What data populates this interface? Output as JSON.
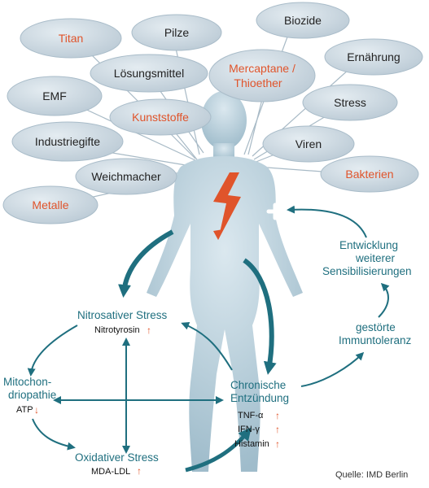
{
  "colors": {
    "bubble_fill": "#cfdbe3",
    "bubble_stroke": "#a9bcc9",
    "body": "#b9cfdb",
    "teal": "#1f6f7f",
    "orange": "#e0542b",
    "dark_text": "#222222"
  },
  "bubbles": [
    {
      "id": "titan",
      "label": "Titan",
      "color": "orange"
    },
    {
      "id": "pilze",
      "label": "Pilze",
      "color": "dark"
    },
    {
      "id": "biozide",
      "label": "Biozide",
      "color": "dark"
    },
    {
      "id": "loesungsmittel",
      "label": "Lösungsmittel",
      "color": "dark"
    },
    {
      "id": "mercaptane",
      "label": "Mercaptane /",
      "label2": "Thioether",
      "color": "orange"
    },
    {
      "id": "ernaehrung",
      "label": "Ernährung",
      "color": "dark"
    },
    {
      "id": "emf",
      "label": "EMF",
      "color": "dark"
    },
    {
      "id": "kunststoffe",
      "label": "Kunststoffe",
      "color": "orange"
    },
    {
      "id": "stress",
      "label": "Stress",
      "color": "dark"
    },
    {
      "id": "industriegifte",
      "label": "Industriegifte",
      "color": "dark"
    },
    {
      "id": "viren",
      "label": "Viren",
      "color": "dark"
    },
    {
      "id": "weichmacher",
      "label": "Weichmacher",
      "color": "dark"
    },
    {
      "id": "bakterien",
      "label": "Bakterien",
      "color": "orange"
    },
    {
      "id": "metalle",
      "label": "Metalle",
      "color": "orange"
    }
  ],
  "nodes": {
    "nitrosativ": {
      "title": "Nitrosativer Stress",
      "marker": "Nitrotyrosin",
      "trend": "up"
    },
    "mito": {
      "line1": "Mitochon-",
      "line2": "driopathie",
      "marker": "ATP",
      "trend": "down"
    },
    "oxidativ": {
      "title": "Oxidativer Stress",
      "marker": "MDA-LDL",
      "trend": "up"
    },
    "chronisch": {
      "line1": "Chronische",
      "line2": "Entzündung",
      "markers": [
        {
          "label": "TNF-α",
          "trend": "up"
        },
        {
          "label": "IFN-γ",
          "trend": "up"
        },
        {
          "label": "Histamin",
          "trend": "up"
        }
      ]
    },
    "immun": {
      "line1": "gestörte",
      "line2": "Immuntoleranz"
    },
    "entwicklung": {
      "line1": "Entwicklung",
      "line2": "weiterer",
      "line3": "Sensibilisierungen"
    }
  },
  "symbols": {
    "plus": "+",
    "up_arrow": "↑",
    "down_arrow": "↓"
  },
  "source": "Quelle: IMD Berlin"
}
